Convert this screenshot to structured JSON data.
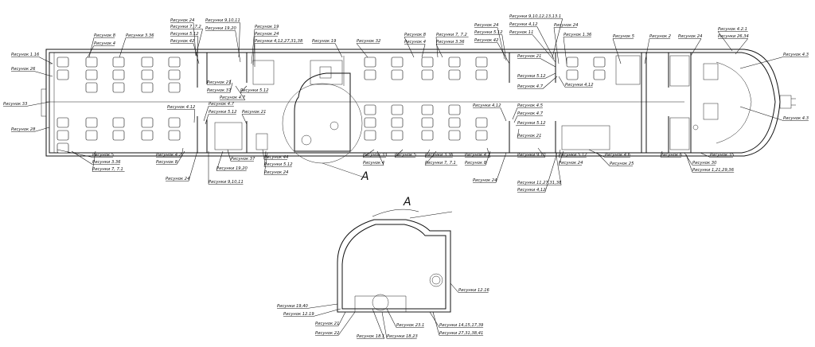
{
  "view_a_letter": "A",
  "detail_title": "A",
  "labels_top": [
    "Рисунок 1.16",
    "Рисунок 26",
    "Рисунок 8",
    "Рисунок 4",
    "Рисунки 3.36",
    "Рисунок 24",
    "Рисунки 7, 7.2",
    "Рисунки 5.12",
    "Рисунок 42",
    "Рисунки 9,10,11",
    "Рисунки 19,20",
    "Рисунок 19",
    "Рисунок 24",
    "Рисунки 4,12,27,31,38",
    "Рисунок 19",
    "Рисунок 32",
    "Рисунок 8",
    "Рисунок 4",
    "Рисунки 7, 7.2",
    "Рисунки 3.36",
    "Рисунок 24",
    "Рисунки 5.12",
    "Рисунок 42",
    "Рисунки 9,10,12,13,13.1",
    "Рисунки 4,12",
    "Рисунок 11",
    "Рисунок 24",
    "Рисунок 1.36",
    "Рисунок 5",
    "Рисунок 2",
    "Рисунок 24",
    "Рисунок 4.2.1",
    "Рисунки 26,34",
    "Рисунок 4.3",
    "Рисунок 21",
    "Рисунок 37",
    "Рисунок 4.7",
    "Рисунки 5.12",
    "Рисунок 21",
    "Рисунки 5.12",
    "Рисунок 4.7",
    "Рисунки 4,12"
  ],
  "labels_bottom": [
    "Рисунок 33",
    "Рисунок 28",
    "Рисунок 5",
    "Рисунки 3.36",
    "Рисунки 7, 7.1",
    "Рисунок 4.12",
    "Рисунок 4.7",
    "Рисунки 5.12",
    "Рисунок 21",
    "Рисунок 4.2",
    "Рисунок 8",
    "Рисунок 24",
    "Рисунки 9,10,11",
    "Рисунок 37",
    "Рисунки 19,20",
    "Рисунок 44",
    "Рисунки 5.12",
    "Рисунок 24",
    "Рисунок 33",
    "Рисунок 4",
    "Рисунок 5",
    "Рисунки 3.36",
    "Рисунки 7, 7.1",
    "Рисунок 4.2",
    "Рисунок 8",
    "Рисунки 4,12",
    "Рисунок 4.5",
    "Рисунок 4.7",
    "Рисунки 5.12",
    "Рисунок 21",
    "Рисунки 9,10",
    "Рисунки 5.12",
    "Рисунок 24",
    "Рисунок 4.6",
    "Рисунок 25",
    "Рисунок 6",
    "Рисунок 30",
    "Рисунки 1,21,29,36",
    "Рисунок 35",
    "Рисунок 4.3",
    "Рисунок 24",
    "Рисунки 11,27,31,38",
    "Рисунки 4,12"
  ],
  "labels_detail": [
    "Рисунки 19,40",
    "Рисунок 12.19",
    "Рисунок 21",
    "Рисунок 22",
    "Рисунок 18.1",
    "Рисунки 18,23",
    "Рисунок 23.1",
    "Рисунки 14,15,17,39",
    "Рисунки 27,31,38,41",
    "Рисунки 12.16"
  ]
}
